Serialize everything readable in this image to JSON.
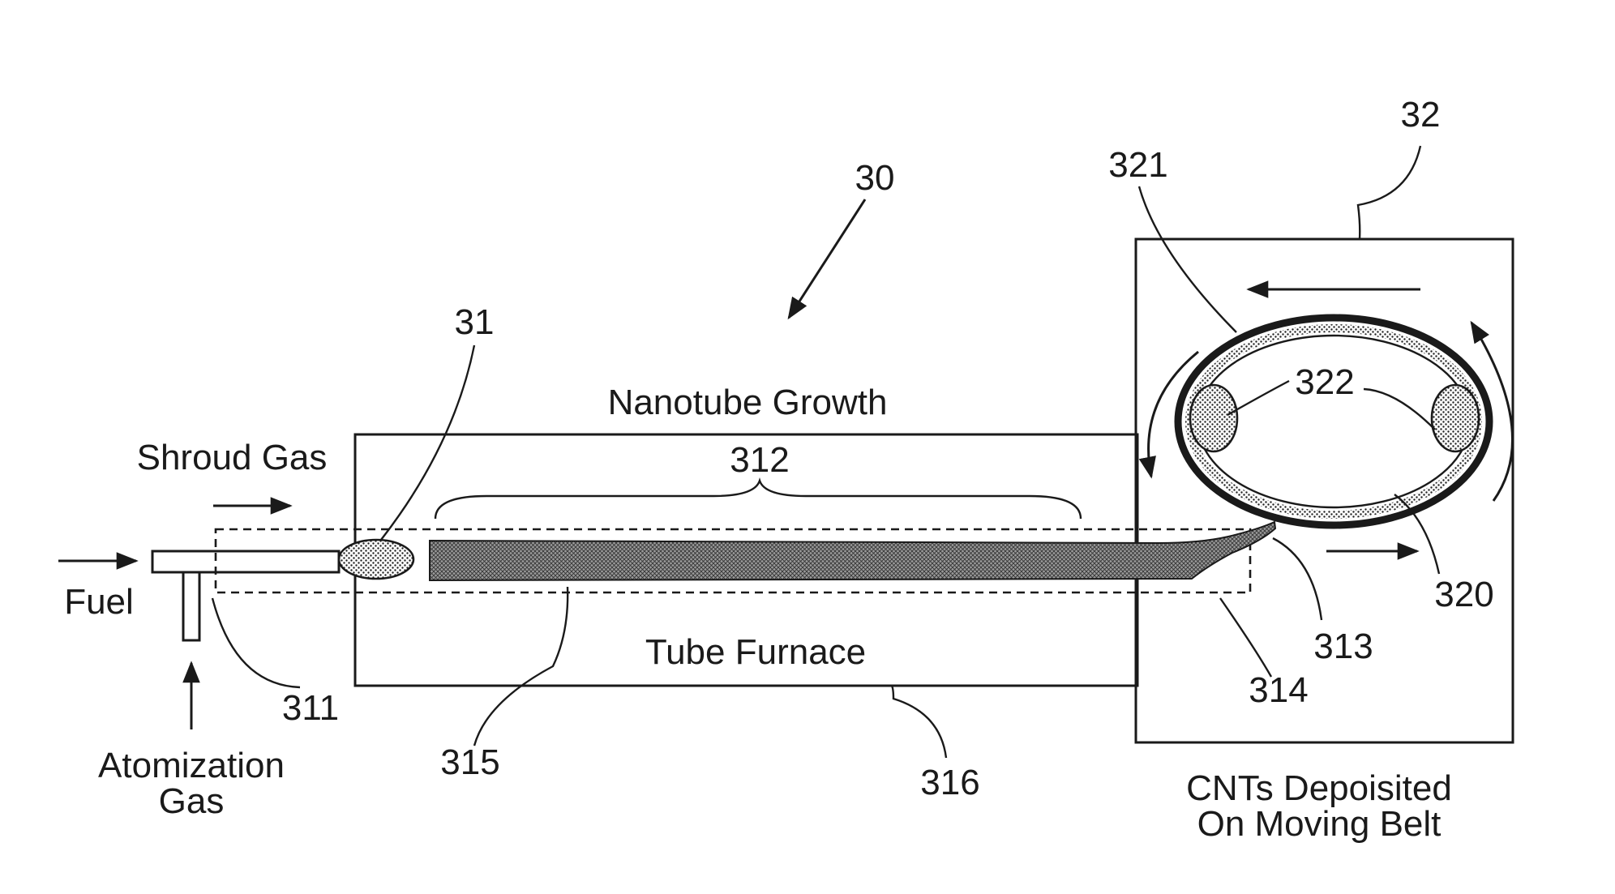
{
  "labels": {
    "nanotube_growth": "Nanotube Growth",
    "tube_furnace": "Tube Furnace",
    "shroud_gas": "Shroud Gas",
    "fuel": "Fuel",
    "atomization_gas_line1": "Atomization",
    "atomization_gas_line2": "Gas",
    "cnts_line1": "CNTs Depoisited",
    "cnts_line2": "On Moving Belt"
  },
  "refs": {
    "r30": "30",
    "r31": "31",
    "r32": "32",
    "r311": "311",
    "r312": "312",
    "r313": "313",
    "r314": "314",
    "r315": "315",
    "r316": "316",
    "r320": "320",
    "r321": "321",
    "r322": "322"
  }
}
